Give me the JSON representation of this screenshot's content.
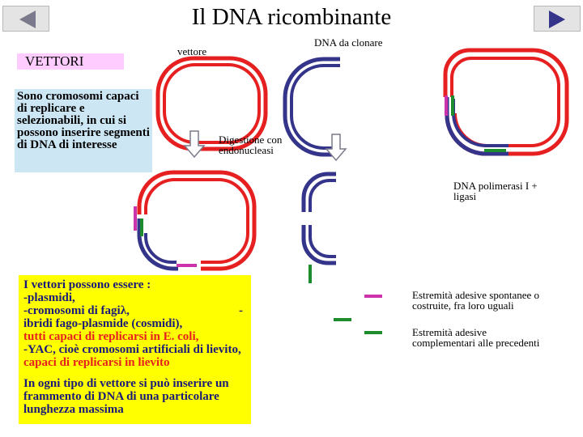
{
  "title": "Il DNA ricombinante",
  "nav": {
    "prev_icon": "triangle-left-icon",
    "next_icon": "triangle-right-icon"
  },
  "labels": {
    "vettore": "vettore",
    "dna_da_clonare": "DNA da clonare",
    "digestione_1": "Digestione con",
    "digestione_2": "endonucleasi",
    "polimerasi_1": "DNA polimerasi I +",
    "polimerasi_2": "ligasi"
  },
  "vettori": {
    "heading": "VETTORI",
    "description": "Sono cromosomi capaci di replicare e selezionabili, in cui si possono inserire segmenti di DNA di interesse"
  },
  "vettori_list": {
    "intro": "I vettori possono essere :",
    "item1": "-plasmidi,",
    "item2": "-cromosomi di fagiλ,",
    "item2_dash": "-",
    "item3_a": "ibridi fago-plasmide (cosmidi),",
    "item3_b": "tutti capaci di replicarsi in E. coli,",
    "item4_a": "-YAC, cioè cromosomi artificiali di lievito,",
    "item4_b": "capaci di replicarsi in lievito",
    "footer": "In ogni tipo di vettore si può inserire un frammento di DNA di una particolare lunghezza massima"
  },
  "legend": {
    "item1_1": "Estremità adesive spontanee o",
    "item1_2": "costruite, fra loro uguali",
    "item2_1": "Estremità adesive",
    "item2_2": "complementari alle precedenti"
  },
  "colors": {
    "red_strand": "#e62020",
    "blue_strand": "#34348a",
    "magenta_end": "#cc33aa",
    "green_end": "#1c8c2c",
    "yellow_box": "#ffff00",
    "blue_box": "#cce6f4",
    "pink_label": "#ffccff"
  }
}
